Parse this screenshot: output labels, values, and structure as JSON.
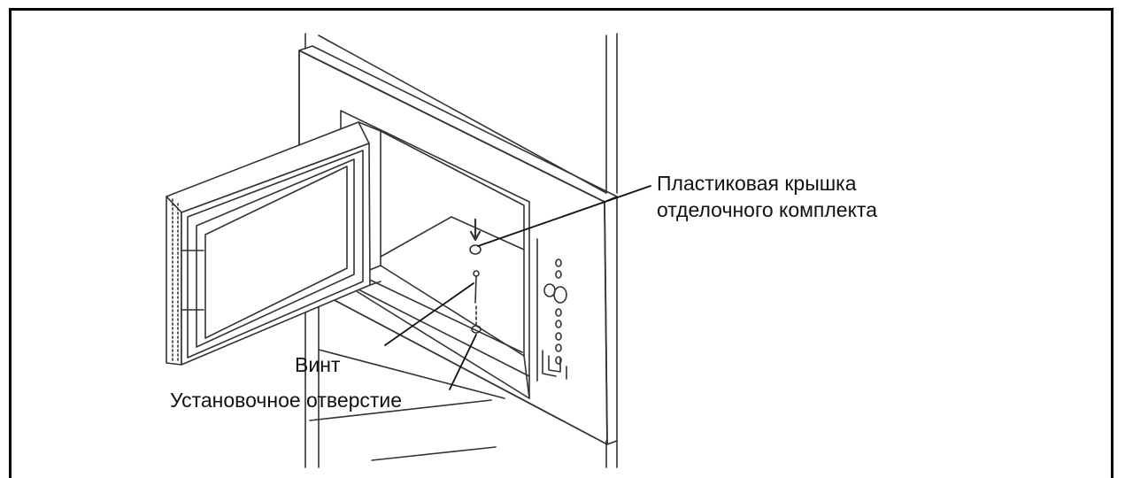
{
  "labels": {
    "cover_line1": "Пластиковая крышка",
    "cover_line2": "отделочного комплекта",
    "screw": "Винт",
    "mounting_hole": "Установочное отверстие"
  }
}
